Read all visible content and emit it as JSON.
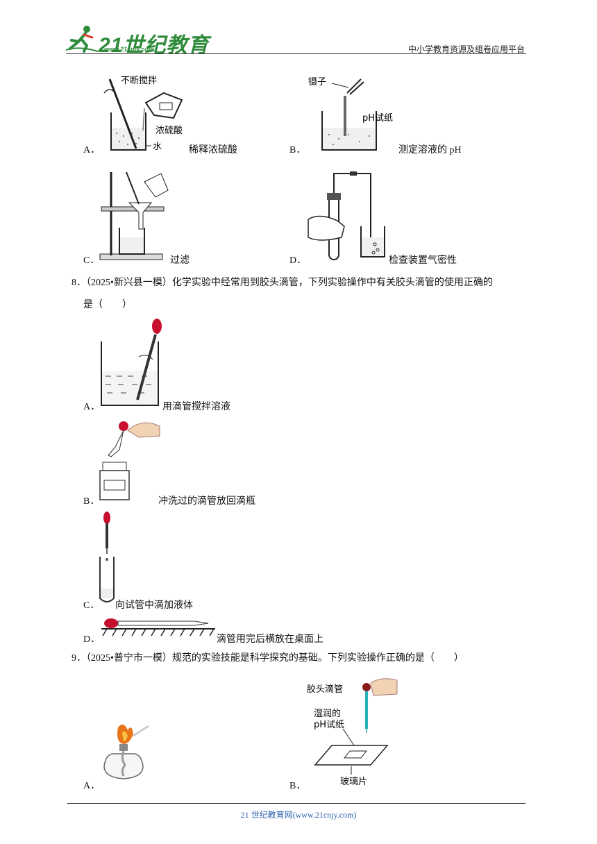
{
  "header": {
    "logo_text": "21世纪教育",
    "logo_url": "www.21cnjy.com",
    "platform": "中小学教育资源及组卷应用平台"
  },
  "q7": {
    "options": [
      {
        "letter": "A．",
        "caption": "稀释浓硫酸",
        "labels": [
          "不断搅拌",
          "浓硫酸",
          "水"
        ]
      },
      {
        "letter": "B．",
        "caption": "测定溶液的 pH",
        "labels": [
          "镊子",
          "pH试纸"
        ]
      },
      {
        "letter": "C．",
        "caption": "过滤"
      },
      {
        "letter": "D．",
        "caption": "检查装置气密性"
      }
    ]
  },
  "q8": {
    "stem_line1": "8．（2025•新兴县一模）化学实验中经常用到胶头滴管，下列实验操作中有关胶头滴管的使用正确的",
    "stem_line2": "是（　　）",
    "options": [
      {
        "letter": "A．",
        "caption": "用滴管搅拌溶液"
      },
      {
        "letter": "B．",
        "caption": "冲洗过的滴管放回滴瓶"
      },
      {
        "letter": "C．",
        "caption": "向试管中滴加液体"
      },
      {
        "letter": "D．",
        "caption": "滴管用完后横放在桌面上"
      }
    ]
  },
  "q9": {
    "stem": "9．（2025•普宁市一模）规范的实验技能是科学探究的基础。下列实验操作正确的是（　　）",
    "options": [
      {
        "letter": "A．"
      },
      {
        "letter": "B．",
        "labels": [
          "胶头滴管",
          "湿润的",
          "pH试纸",
          "玻璃片"
        ]
      }
    ]
  },
  "footer": {
    "text": "21 世纪教育网(www.21cnjy.com)"
  }
}
